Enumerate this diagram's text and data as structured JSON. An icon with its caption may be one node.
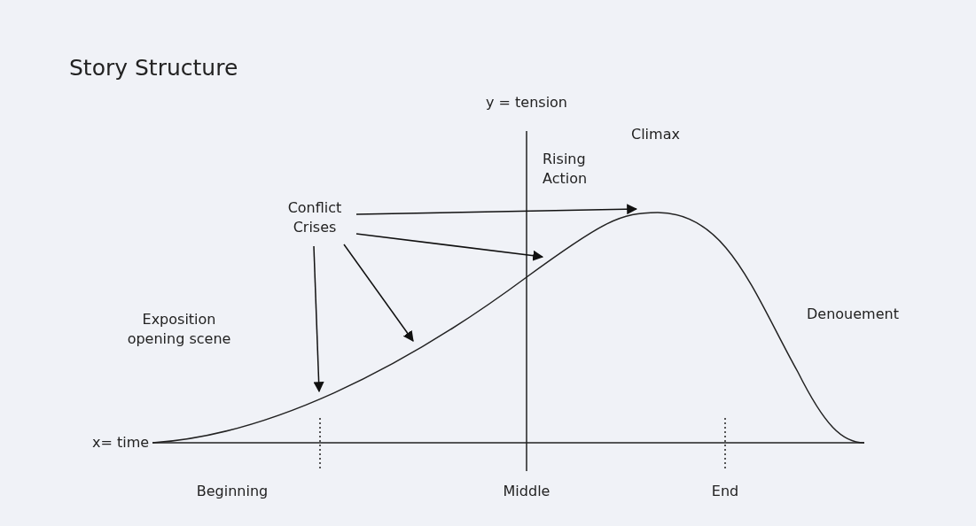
{
  "diagram": {
    "title": "Story Structure",
    "nodes": [
      {
        "text": [
          "Conflict Crises"
        ]
      },
      {
        "text": [],
        "shape": "curve"
      }
    ],
    "edges": [
      {
        "from": 0,
        "to": 1,
        "arrow": "to"
      },
      {
        "from": 0,
        "to": 1,
        "arrow": "to"
      },
      {
        "from": 0,
        "to": 1,
        "arrow": "to"
      },
      {
        "from": 0,
        "to": 1,
        "arrow": "to"
      }
    ],
    "labels": [
      "y = tension",
      "Climax",
      "Rising Action",
      "Exposition opening scene",
      "Denouement",
      "x= time",
      "Beginning",
      "Middle",
      "End"
    ]
  }
}
